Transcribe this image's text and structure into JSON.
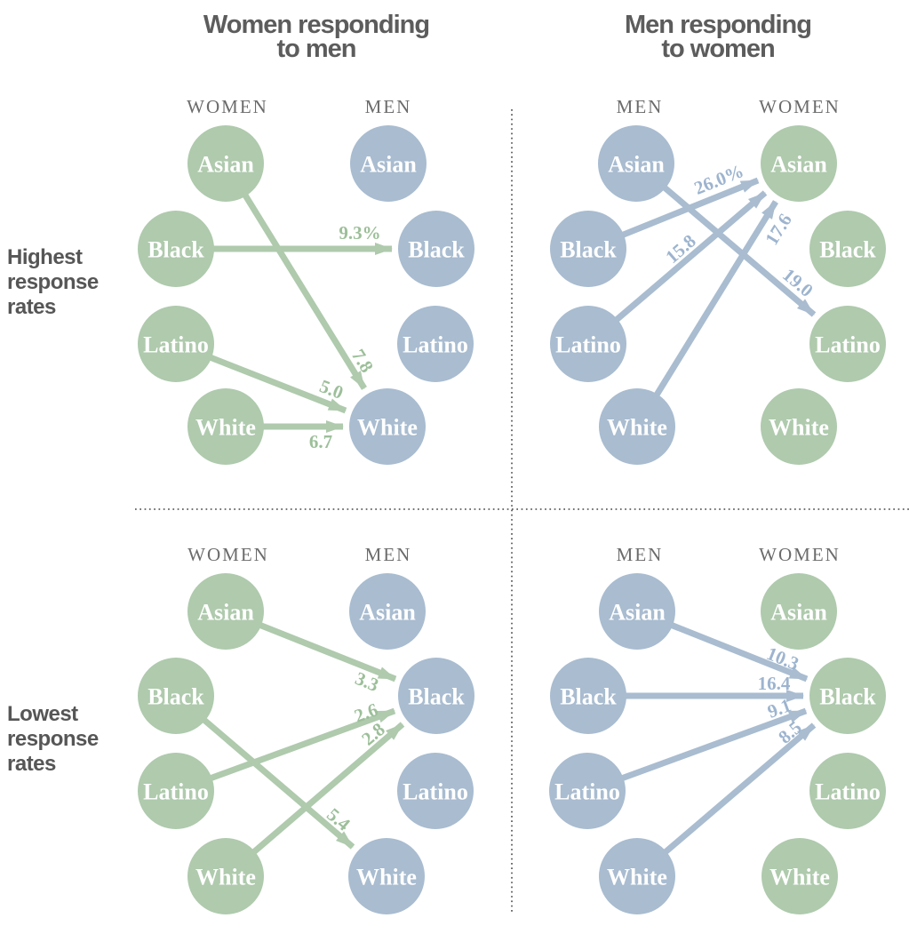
{
  "titles": {
    "left": {
      "line1": "Women responding",
      "line2": "to men"
    },
    "right": {
      "line1": "Men responding",
      "line2": "to women"
    }
  },
  "row_labels": {
    "top": {
      "line1": "Highest",
      "line2": "response",
      "line3": "rates"
    },
    "bottom": {
      "line1": "Lowest",
      "line2": "response",
      "line3": "rates"
    }
  },
  "colors": {
    "women_circle": "#afcaad",
    "men_circle": "#a9bcd0",
    "women_value_text": "#9cbf99",
    "men_value_text": "#9db4cf"
  },
  "quadrants": {
    "top_left": {
      "left_header": "WOMEN",
      "right_header": "MEN",
      "left_group": "women",
      "right_group": "men",
      "left_nodes": [
        "Asian",
        "Black",
        "Latino",
        "White"
      ],
      "right_nodes": [
        "Asian",
        "Black",
        "Latino",
        "White"
      ],
      "arrows": [
        {
          "from": "Black women",
          "to": "Black men",
          "label": "9.3%"
        },
        {
          "from": "Asian women",
          "to": "White men",
          "label": "7.8"
        },
        {
          "from": "Latino women",
          "to": "White men",
          "label": "5.0"
        },
        {
          "from": "White women",
          "to": "White men",
          "label": "6.7"
        }
      ]
    },
    "top_right": {
      "left_header": "MEN",
      "right_header": "WOMEN",
      "left_group": "men",
      "right_group": "women",
      "left_nodes": [
        "Asian",
        "Black",
        "Latino",
        "White"
      ],
      "right_nodes": [
        "Asian",
        "Black",
        "Latino",
        "White"
      ],
      "arrows": [
        {
          "from": "Black men",
          "to": "Asian women",
          "label": "26.0%"
        },
        {
          "from": "Latino men",
          "to": "Asian women",
          "label": "15.8"
        },
        {
          "from": "White men",
          "to": "Asian women",
          "label": "17.6"
        },
        {
          "from": "Asian men",
          "to": "Latino women",
          "label": "19.0"
        }
      ]
    },
    "bottom_left": {
      "left_header": "WOMEN",
      "right_header": "MEN",
      "left_group": "women",
      "right_group": "men",
      "left_nodes": [
        "Asian",
        "Black",
        "Latino",
        "White"
      ],
      "right_nodes": [
        "Asian",
        "Black",
        "Latino",
        "White"
      ],
      "arrows": [
        {
          "from": "Asian women",
          "to": "Black men",
          "label": "3.3"
        },
        {
          "from": "Latino women",
          "to": "Black men",
          "label": "2.6"
        },
        {
          "from": "White women",
          "to": "Black men",
          "label": "2.8"
        },
        {
          "from": "Black women",
          "to": "White men",
          "label": "5.4"
        }
      ]
    },
    "bottom_right": {
      "left_header": "MEN",
      "right_header": "WOMEN",
      "left_group": "men",
      "right_group": "women",
      "left_nodes": [
        "Asian",
        "Black",
        "Latino",
        "White"
      ],
      "right_nodes": [
        "Asian",
        "Black",
        "Latino",
        "White"
      ],
      "arrows": [
        {
          "from": "Asian men",
          "to": "Black women",
          "label": "10.3"
        },
        {
          "from": "Black men",
          "to": "Black women",
          "label": "16.4"
        },
        {
          "from": "Latino men",
          "to": "Black women",
          "label": "9.1"
        },
        {
          "from": "White men",
          "to": "Black women",
          "label": "8.5"
        }
      ]
    }
  }
}
